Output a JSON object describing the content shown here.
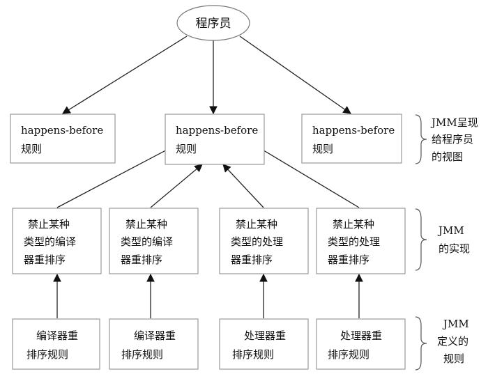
{
  "top": {
    "label": "程序员"
  },
  "rules": [
    {
      "line1": "happens-before",
      "line2": "规则"
    },
    {
      "line1": "happens-before",
      "line2": "规则"
    },
    {
      "line1": "happens-before",
      "line2": "规则"
    }
  ],
  "impl": [
    {
      "lines": [
        "禁止某种",
        "类型的编译",
        "器重排序"
      ]
    },
    {
      "lines": [
        "禁止某种",
        "类型的编译",
        "器重排序"
      ]
    },
    {
      "lines": [
        "禁止某种",
        "类型的处理",
        "器重排序"
      ]
    },
    {
      "lines": [
        "禁止某种",
        "类型的处理",
        "器重排序"
      ]
    }
  ],
  "defs": [
    {
      "lines": [
        "编译器重",
        "排序规则"
      ]
    },
    {
      "lines": [
        "编译器重",
        "排序规则"
      ]
    },
    {
      "lines": [
        "处理器重",
        "排序规则"
      ]
    },
    {
      "lines": [
        "处理器重",
        "排序规则"
      ]
    }
  ],
  "annotations": [
    {
      "lines": [
        "JMM呈现",
        "给程序员",
        "的视图"
      ]
    },
    {
      "lines": [
        "JMM",
        "的实现"
      ]
    },
    {
      "lines": [
        "JMM",
        "定义的",
        "规则"
      ]
    }
  ]
}
